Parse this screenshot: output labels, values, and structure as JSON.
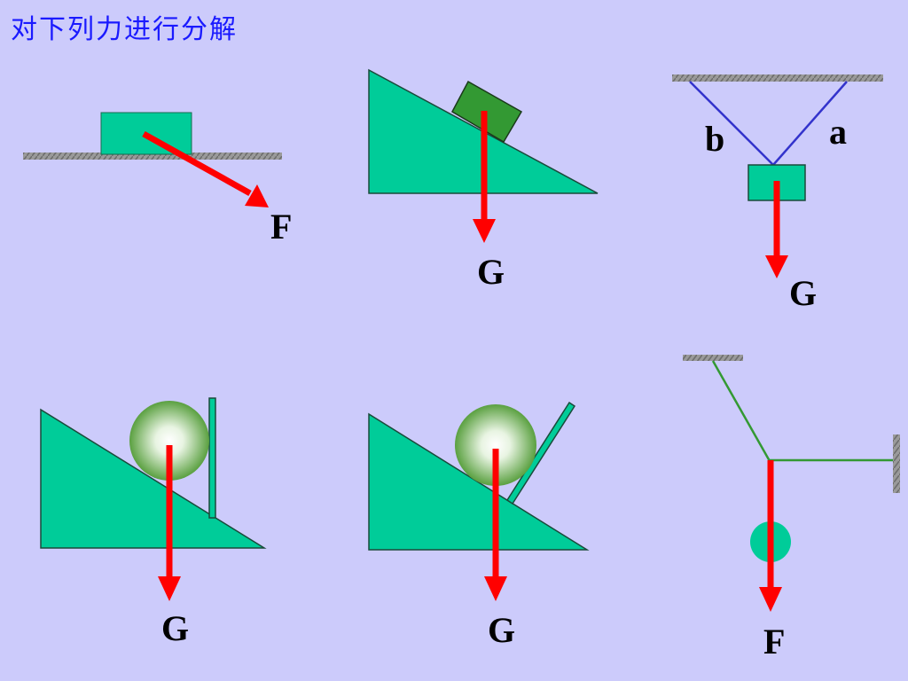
{
  "title": "对下列力进行分解",
  "colors": {
    "background": "#cccbfb",
    "title": "#1a1aff",
    "body": "#00cc99",
    "body_dark": "#339933",
    "force": "#ff0000",
    "rope": "#3333cc",
    "rod": "#339933",
    "hatch": "#808080"
  },
  "diagrams": [
    {
      "label": "F"
    },
    {
      "label": "G"
    },
    {
      "label": "G",
      "rope_labels": [
        "b",
        "a"
      ]
    },
    {
      "label": "G"
    },
    {
      "label": "G"
    },
    {
      "label": "F"
    }
  ]
}
